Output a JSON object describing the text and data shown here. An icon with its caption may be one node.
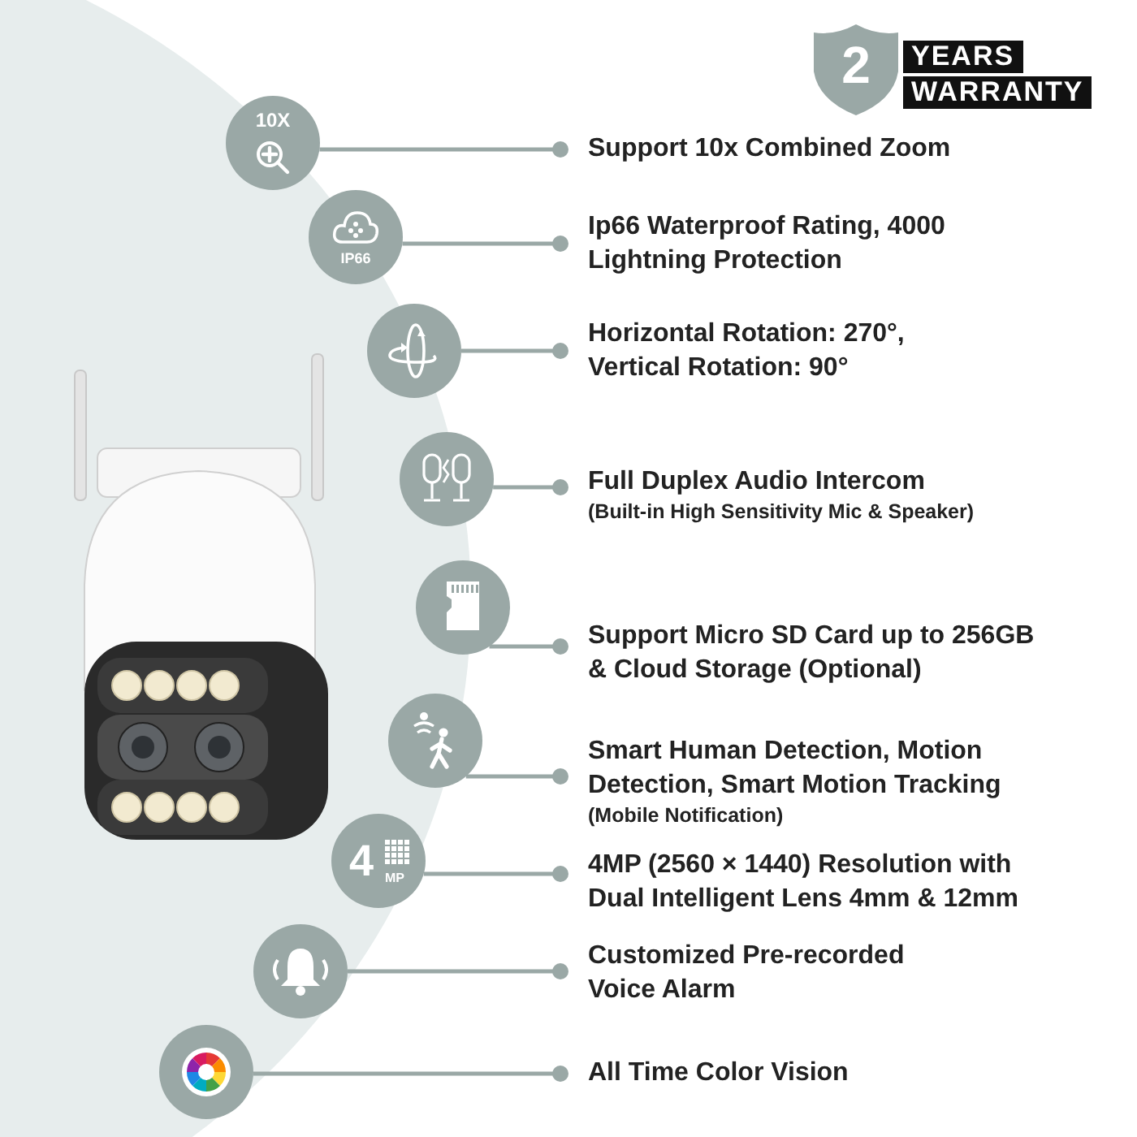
{
  "diagram": {
    "nodes": [
      {
        "text": [
          "10X"
        ]
      },
      {
        "text": [
          "Support 10x Combined Zoom"
        ]
      },
      {
        "text": [
          "IP66"
        ]
      },
      {
        "text": [
          "Ip66 Waterproof Rating, 4000 Lightning Protection"
        ]
      },
      {
        "text": [],
        "shape": "circle"
      },
      {
        "text": [
          "Horizontal Rotation: 270°, Vertical Rotation: 90°"
        ]
      },
      {
        "text": [],
        "shape": "circle"
      },
      {
        "text": [
          "Full Duplex Audio Intercom",
          "(Built-in High Sensitivity Mic & Speaker)"
        ]
      },
      {
        "text": [],
        "shape": "circle"
      },
      {
        "text": [
          "Support Micro SD Card up to 256GB & Cloud Storage (Optional)"
        ]
      },
      {
        "text": [],
        "shape": "circle"
      },
      {
        "text": [
          "Smart Human Detection, Motion Detection, Smart Motion Tracking",
          "(Mobile Notification)"
        ]
      },
      {
        "text": [
          "4",
          "MP"
        ]
      },
      {
        "text": [
          "4MP (2560 × 1440) Resolution with Dual Intelligent Lens 4mm & 12mm"
        ]
      },
      {
        "text": [],
        "shape": "circle"
      },
      {
        "text": [
          "Customized Pre-recorded Voice Alarm"
        ]
      },
      {
        "text": [],
        "shape": "circle"
      },
      {
        "text": [
          "All Time Color Vision"
        ]
      }
    ],
    "edges": [
      {
        "from": 0,
        "to": 1,
        "arrow": "other"
      },
      {
        "from": 2,
        "to": 3,
        "arrow": "other"
      },
      {
        "from": 4,
        "to": 5,
        "arrow": "other"
      },
      {
        "from": 6,
        "to": 7,
        "arrow": "other"
      },
      {
        "from": 8,
        "to": 9,
        "arrow": "other"
      },
      {
        "from": 10,
        "to": 11,
        "arrow": "other"
      },
      {
        "from": 12,
        "to": 13,
        "arrow": "other"
      },
      {
        "from": 14,
        "to": 15,
        "arrow": "other"
      },
      {
        "from": 16,
        "to": 17,
        "arrow": "other"
      }
    ],
    "labels": [
      "2",
      "YEARS",
      "WARRANTY"
    ]
  }
}
